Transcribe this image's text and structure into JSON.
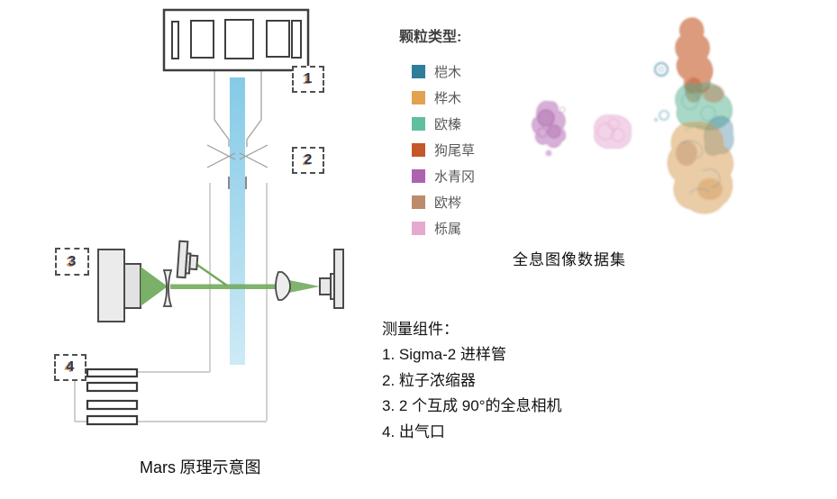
{
  "schematic": {
    "caption_latin": "Mars",
    "caption_cjk": " 原理示意图",
    "markers": [
      "1",
      "2",
      "3",
      "4"
    ],
    "colors": {
      "stream_top": "#85CAE7",
      "stream_bottom": "#CDEAF6",
      "laser_beam": "#6FA95B",
      "equipment_outline": "#454545",
      "marker_text": "#1F3864"
    }
  },
  "legend": {
    "title": "颗粒类型:",
    "items": [
      {
        "label": "桤木",
        "color": "#2E7D9A"
      },
      {
        "label": "桦木",
        "color": "#E2A24F"
      },
      {
        "label": "欧榛",
        "color": "#5FC0A0"
      },
      {
        "label": "狗尾草",
        "color": "#C4582A"
      },
      {
        "label": "水青冈",
        "color": "#AE63AE"
      },
      {
        "label": "欧梣",
        "color": "#BD8B6B"
      },
      {
        "label": "栎属",
        "color": "#E6A9D0"
      }
    ]
  },
  "cluster": {
    "caption": "全息图像数据集"
  },
  "components": {
    "title": "测量组件：",
    "items": [
      "1. Sigma-2 进样管",
      "2. 粒子浓缩器",
      "3. 2 个互成 90°的全息相机",
      "4. 出气口"
    ]
  }
}
